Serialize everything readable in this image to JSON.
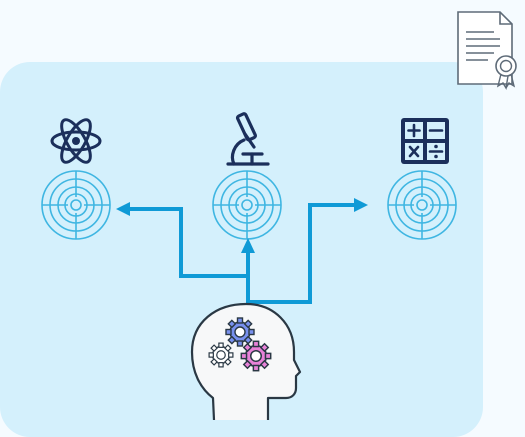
{
  "diagram": {
    "colors": {
      "page_background": "#f5fbff",
      "panel_fill": "#d4f0fc",
      "arrow": "#0f9ad6",
      "target": "#3fb6e2",
      "icon_dark": "#1b2f5b",
      "document_fill": "#ffffff",
      "document_stroke": "#5e6b78",
      "head_fill": "#f7f8f9",
      "head_stroke": "#2a3844",
      "gear_blue": "#7890ee",
      "gear_pink": "#e882d8",
      "gear_pink_inner": "#8fd4ff",
      "gear_grey": "#ffffff"
    },
    "icons": {
      "document": "certificate-document-icon",
      "science": "atom-icon",
      "lab": "microscope-icon",
      "math": "calculator-icon",
      "target": "target-icon",
      "mind": "head-with-gears-icon"
    },
    "structure": {
      "source": "mind",
      "branches": [
        "science",
        "lab",
        "math"
      ]
    }
  }
}
